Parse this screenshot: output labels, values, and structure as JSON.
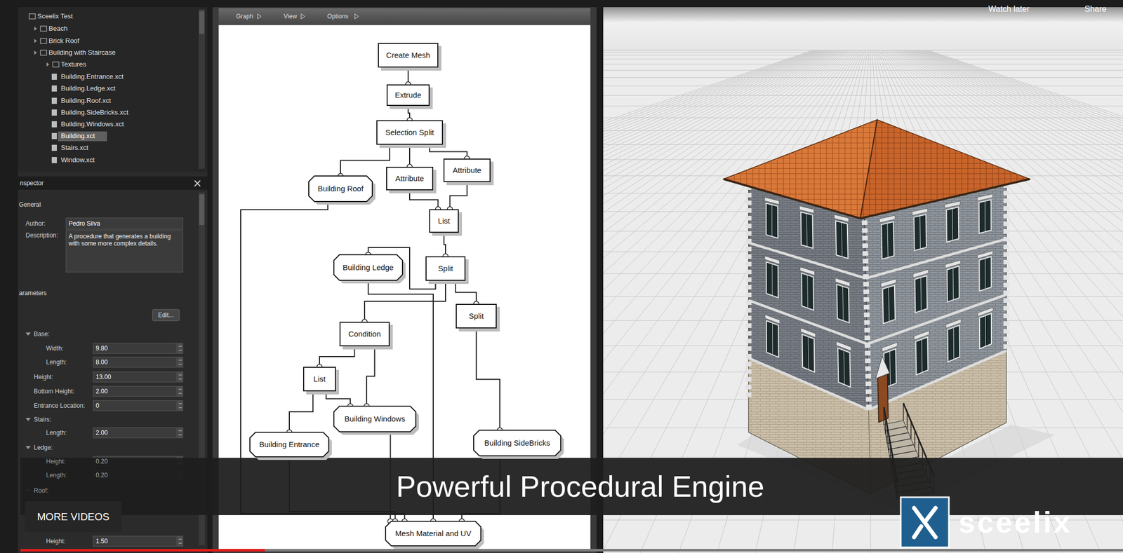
{
  "diagram": {
    "nodes": [
      {
        "text": [
          "Create Mesh"
        ]
      },
      {
        "text": [
          "Extrude"
        ]
      },
      {
        "text": [
          "Selection Split"
        ]
      },
      {
        "text": [
          "Building Roof"
        ]
      },
      {
        "text": [
          "Attribute"
        ]
      },
      {
        "text": [
          "Attribute"
        ]
      },
      {
        "text": [
          "List"
        ]
      },
      {
        "text": [
          "Building Ledge"
        ]
      },
      {
        "text": [
          "Split"
        ]
      },
      {
        "text": [
          "Split"
        ]
      },
      {
        "text": [
          "Condition"
        ]
      },
      {
        "text": [
          "List"
        ]
      },
      {
        "text": [
          "Building Windows"
        ]
      },
      {
        "text": [
          "Building Entrance"
        ]
      },
      {
        "text": [
          "Building SideBricks"
        ]
      },
      {
        "text": [
          "Mesh Material and UV"
        ]
      }
    ],
    "edges": [
      {
        "from": 0,
        "to": 1,
        "arrow": "none"
      },
      {
        "from": 1,
        "to": 2,
        "arrow": "none"
      },
      {
        "from": 2,
        "to": 3,
        "arrow": "none"
      },
      {
        "from": 2,
        "to": 4,
        "arrow": "none"
      },
      {
        "from": 2,
        "to": 5,
        "arrow": "none"
      },
      {
        "from": 4,
        "to": 6,
        "arrow": "none"
      },
      {
        "from": 5,
        "to": 6,
        "arrow": "none"
      },
      {
        "from": 6,
        "to": 8,
        "arrow": "none"
      },
      {
        "from": 8,
        "to": 7,
        "arrow": "none"
      },
      {
        "from": 8,
        "to": 9,
        "arrow": "none"
      },
      {
        "from": 8,
        "to": 10,
        "arrow": "none"
      },
      {
        "from": 10,
        "to": 11,
        "arrow": "none"
      },
      {
        "from": 10,
        "to": 12,
        "arrow": "none"
      },
      {
        "from": 11,
        "to": 13,
        "arrow": "none"
      },
      {
        "from": 11,
        "to": 12,
        "arrow": "none"
      },
      {
        "from": 9,
        "to": 14,
        "arrow": "none"
      },
      {
        "from": 3,
        "to": 15,
        "arrow": "none"
      },
      {
        "from": 7,
        "to": 15,
        "arrow": "none"
      },
      {
        "from": 13,
        "to": 15,
        "arrow": "none"
      },
      {
        "from": 12,
        "to": 15,
        "arrow": "none"
      },
      {
        "from": 14,
        "to": 15,
        "arrow": "none"
      }
    ],
    "labels": [
      "Sceelix Test",
      "Beach",
      "Brick Roof",
      "Building with Staircase",
      "Textures",
      "Building.Entrance.xct",
      "Building.Ledge.xct",
      "Building.Roof.xct",
      "Building.SideBricks.xct",
      "Building.Windows.xct",
      "Building.xct",
      "Stairs.xct",
      "Window.xct",
      "nspector",
      "General",
      "Author:",
      "Pedro Silva",
      "Description:",
      "A procedure that generates a building with some more complex details.",
      "arameters",
      "Edit...",
      "Base:",
      "Width:",
      "9.80",
      "Length:",
      "8.00",
      "Height:",
      "13.00",
      "Bottom Height:",
      "2.00",
      "Entrance Location:",
      "0",
      "Stairs:",
      "Length:",
      "2.00",
      "Ledge:",
      "Height:",
      "0.20",
      "Length:",
      "0.20",
      "Roof:",
      "Height:",
      "1.50",
      "Graph",
      "View",
      "Options",
      "Watch later",
      "Share",
      "Powerful Procedural Engine",
      "MORE VIDEOS",
      "sceelix"
    ]
  }
}
